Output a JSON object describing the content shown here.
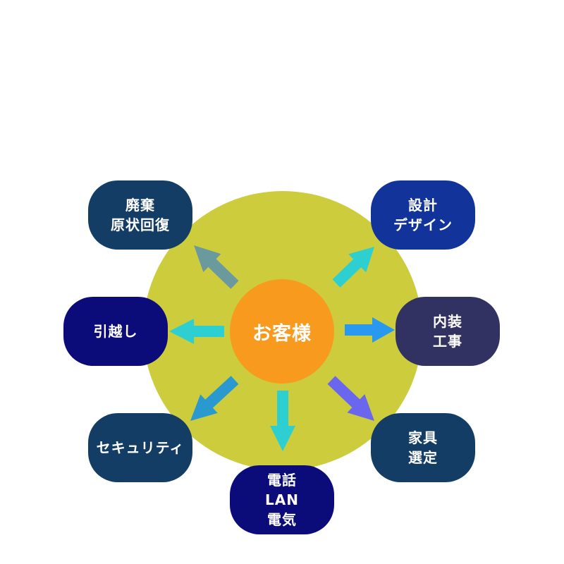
{
  "center": {
    "label": "お客様",
    "color": "#f89a1e"
  },
  "ring_color": "#cccc3d",
  "nodes": {
    "haiki": {
      "lines": [
        "廃棄",
        "原状回復"
      ],
      "color": "#143d66",
      "arrow_color": "#6a9a9e"
    },
    "sekkei": {
      "lines": [
        "設計",
        "デザイン"
      ],
      "color": "#123399",
      "arrow_color": "#2ecfd0"
    },
    "hikkoshi": {
      "lines": [
        "引越し"
      ],
      "color": "#0b0b7a",
      "arrow_color": "#2ecfd0"
    },
    "naisou": {
      "lines": [
        "内装",
        "工事"
      ],
      "color": "#323262",
      "arrow_color": "#2999f0"
    },
    "security": {
      "lines": [
        "セキュリティ"
      ],
      "color": "#143d66",
      "arrow_color": "#2999d0"
    },
    "kagu": {
      "lines": [
        "家具",
        "選定"
      ],
      "color": "#143d66",
      "arrow_color": "#6a66ee"
    },
    "denwa": {
      "lines": [
        "電話",
        "LAN",
        "電気"
      ],
      "color": "#0b0b7a",
      "arrow_color": "#2ecfd0"
    }
  }
}
